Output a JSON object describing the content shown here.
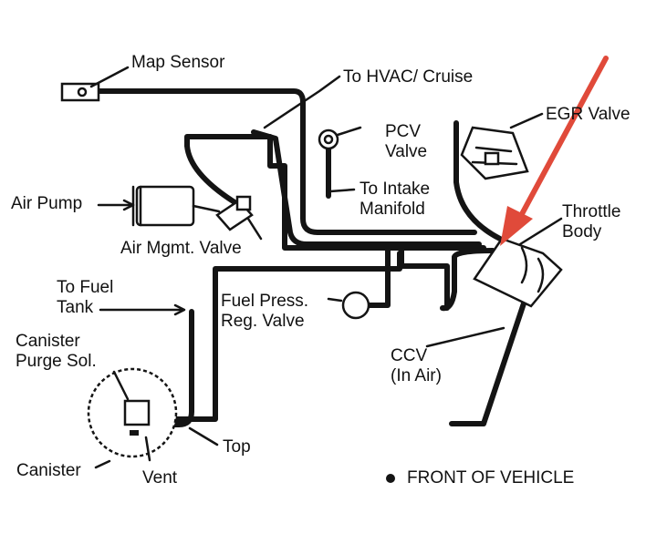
{
  "labels": {
    "map_sensor": "Map Sensor",
    "to_hvac_cruise": "To HVAC/ Cruise",
    "pcv_valve": "PCV\nValve",
    "egr_valve": "EGR Valve",
    "to_intake_manifold": "To Intake\nManifold",
    "throttle_body": "Throttle\nBody",
    "air_pump": "Air Pump",
    "air_mgmt_valve": "Air Mgmt.  Valve",
    "to_fuel_tank": "To Fuel\nTank",
    "fuel_press_reg_valve": "Fuel Press.\nReg. Valve",
    "canister_purge_sol": "Canister\nPurge Sol.",
    "ccv_in_air": "CCV\n(In Air)",
    "top": "Top",
    "canister": "Canister",
    "vent": "Vent",
    "front_of_vehicle": "FRONT OF VEHICLE"
  },
  "colors": {
    "line": "#141414",
    "highlight_arrow": "#e04a3a"
  }
}
